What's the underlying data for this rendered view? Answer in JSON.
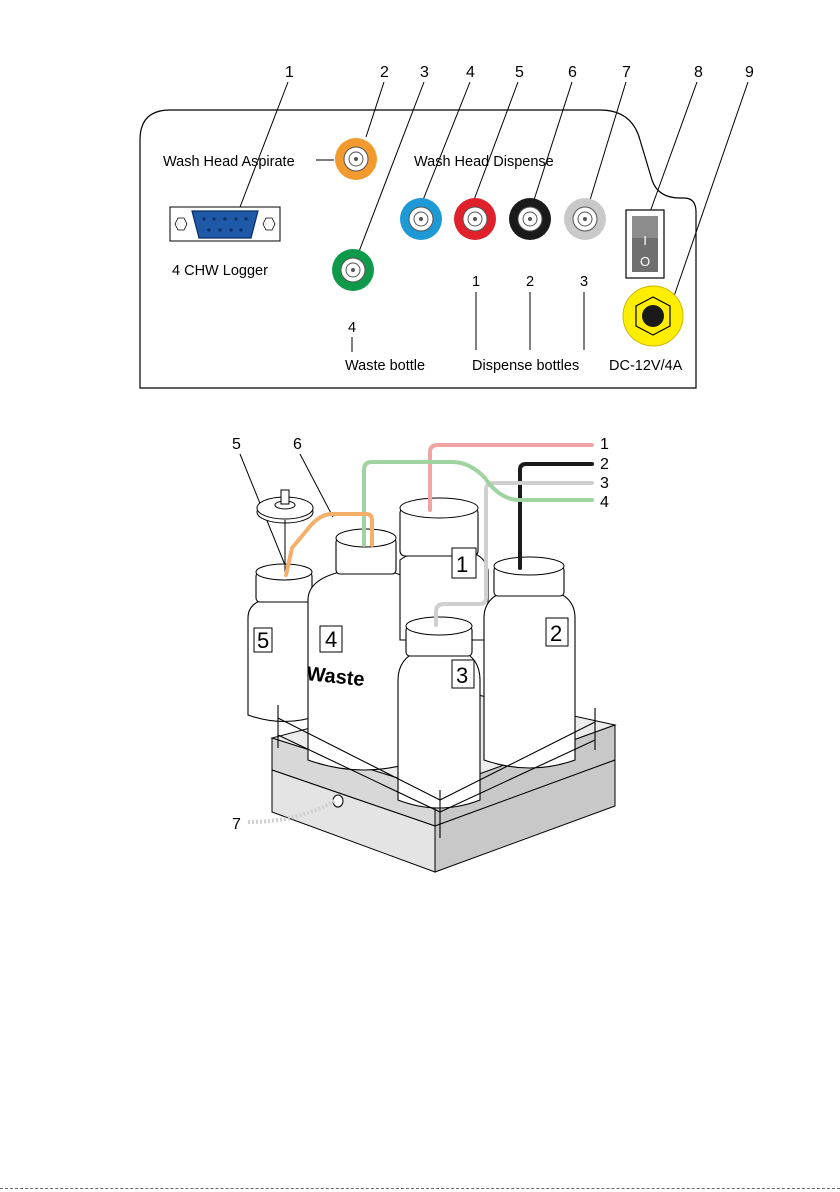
{
  "panel": {
    "callouts": [
      "1",
      "2",
      "3",
      "4",
      "5",
      "6",
      "7",
      "8",
      "9"
    ],
    "labels": {
      "aspirate": "Wash Head Aspirate",
      "dispense": "Wash Head Dispense",
      "logger": "4 CHW Logger",
      "waste_num": "4",
      "waste": "Waste bottle",
      "dispense_nums": [
        "1",
        "2",
        "3"
      ],
      "dispense_bottles": "Dispense bottles",
      "power": "DC-12V/4A"
    },
    "switch_marks": [
      "I",
      "O"
    ]
  },
  "bottles": {
    "tube_callouts": [
      "1",
      "2",
      "3",
      "4"
    ],
    "left_callouts": [
      "5",
      "6"
    ],
    "drain_callout": "7",
    "bottle_numbers": [
      "1",
      "2",
      "3",
      "4",
      "5"
    ],
    "waste_text": "Waste"
  },
  "colors": {
    "orange": "#f39a2e",
    "green": "#0f9a4a",
    "blue": "#1d9ad6",
    "red": "#e0202a",
    "black": "#1a1a1a",
    "grey": "#c9c9c9",
    "yellow": "#ffee00",
    "pink_tube": "#f2a3a3",
    "green_tube": "#9fd39f",
    "orange_tube": "#f4b06a",
    "grey_tube": "#cfcfcf",
    "db9": "#1e5aa8"
  }
}
